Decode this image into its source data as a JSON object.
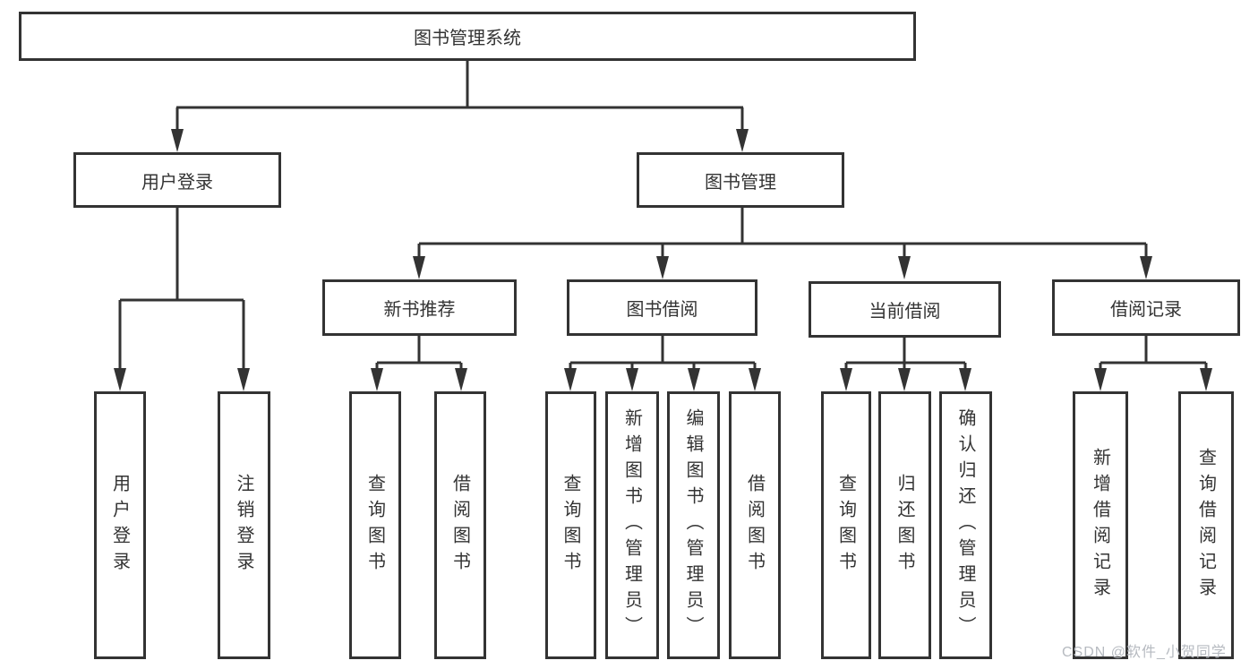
{
  "tree": {
    "root": {
      "label": "图书管理系统"
    },
    "branches": [
      {
        "label": "用户登录",
        "children": [
          {
            "label": "用户登录"
          },
          {
            "label": "注销登录"
          }
        ]
      },
      {
        "label": "图书管理",
        "sections": [
          {
            "label": "新书推荐",
            "children": [
              {
                "label": "查询图书"
              },
              {
                "label": "借阅图书"
              }
            ]
          },
          {
            "label": "图书借阅",
            "children": [
              {
                "label": "查询图书"
              },
              {
                "label": "新增图书（管理员）"
              },
              {
                "label": "编辑图书（管理员）"
              },
              {
                "label": "借阅图书"
              }
            ]
          },
          {
            "label": "当前借阅",
            "children": [
              {
                "label": "查询图书"
              },
              {
                "label": "归还图书"
              },
              {
                "label": "确认归还（管理员）"
              }
            ]
          },
          {
            "label": "借阅记录",
            "children": [
              {
                "label": "新增借阅记录"
              },
              {
                "label": "查询借阅记录"
              }
            ]
          }
        ]
      }
    ]
  },
  "watermark": "CSDN @软件_小贺同学",
  "colors": {
    "line": "#333333",
    "box_border": "#333333",
    "text": "#333333",
    "watermark": "#b6bac0",
    "background": "#ffffff"
  }
}
